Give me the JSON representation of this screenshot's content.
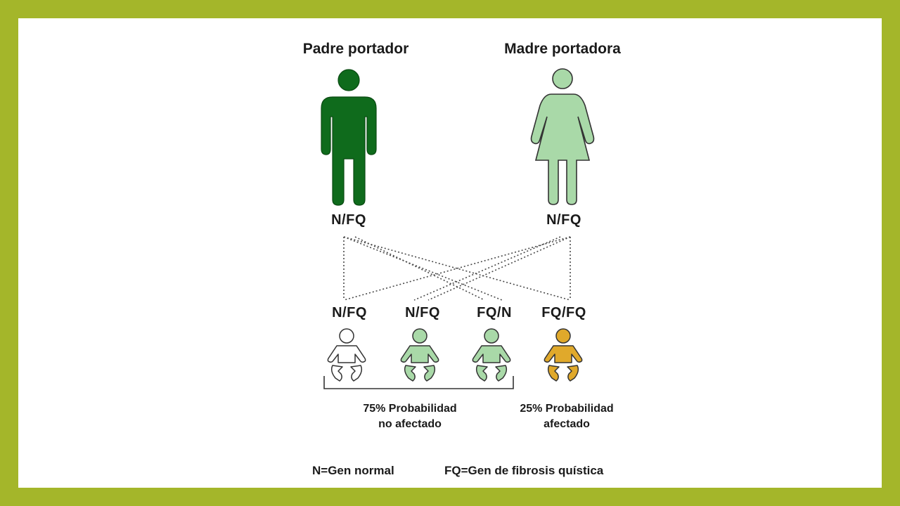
{
  "colors": {
    "frame": "#a4b62a",
    "father": "#0f6b1c",
    "mother": "#a9d9a8",
    "carrier_child": "#a9d9a8",
    "unaffected_child": "#ffffff",
    "affected_child": "#e0a92b",
    "outline": "#333333"
  },
  "parents": {
    "father": {
      "title": "Padre portador",
      "genotype": "N/FQ",
      "icon": "man-icon"
    },
    "mother": {
      "title": "Madre portadora",
      "genotype": "N/FQ",
      "icon": "woman-icon"
    }
  },
  "children": [
    {
      "genotype": "N/FQ",
      "icon": "baby-icon",
      "fill": "unaffected_child"
    },
    {
      "genotype": "N/FQ",
      "icon": "baby-icon",
      "fill": "carrier_child"
    },
    {
      "genotype": "FQ/N",
      "icon": "baby-icon",
      "fill": "carrier_child"
    },
    {
      "genotype": "FQ/FQ",
      "icon": "baby-icon",
      "fill": "affected_child"
    }
  ],
  "probabilities": {
    "not_affected": {
      "line1": "75% Probabilidad",
      "line2": "no afectado"
    },
    "affected": {
      "line1": "25% Probabilidad",
      "line2": "afectado"
    }
  },
  "legend": {
    "normal": "N=Gen normal",
    "cf": "FQ=Gen de fibrosis quística"
  }
}
